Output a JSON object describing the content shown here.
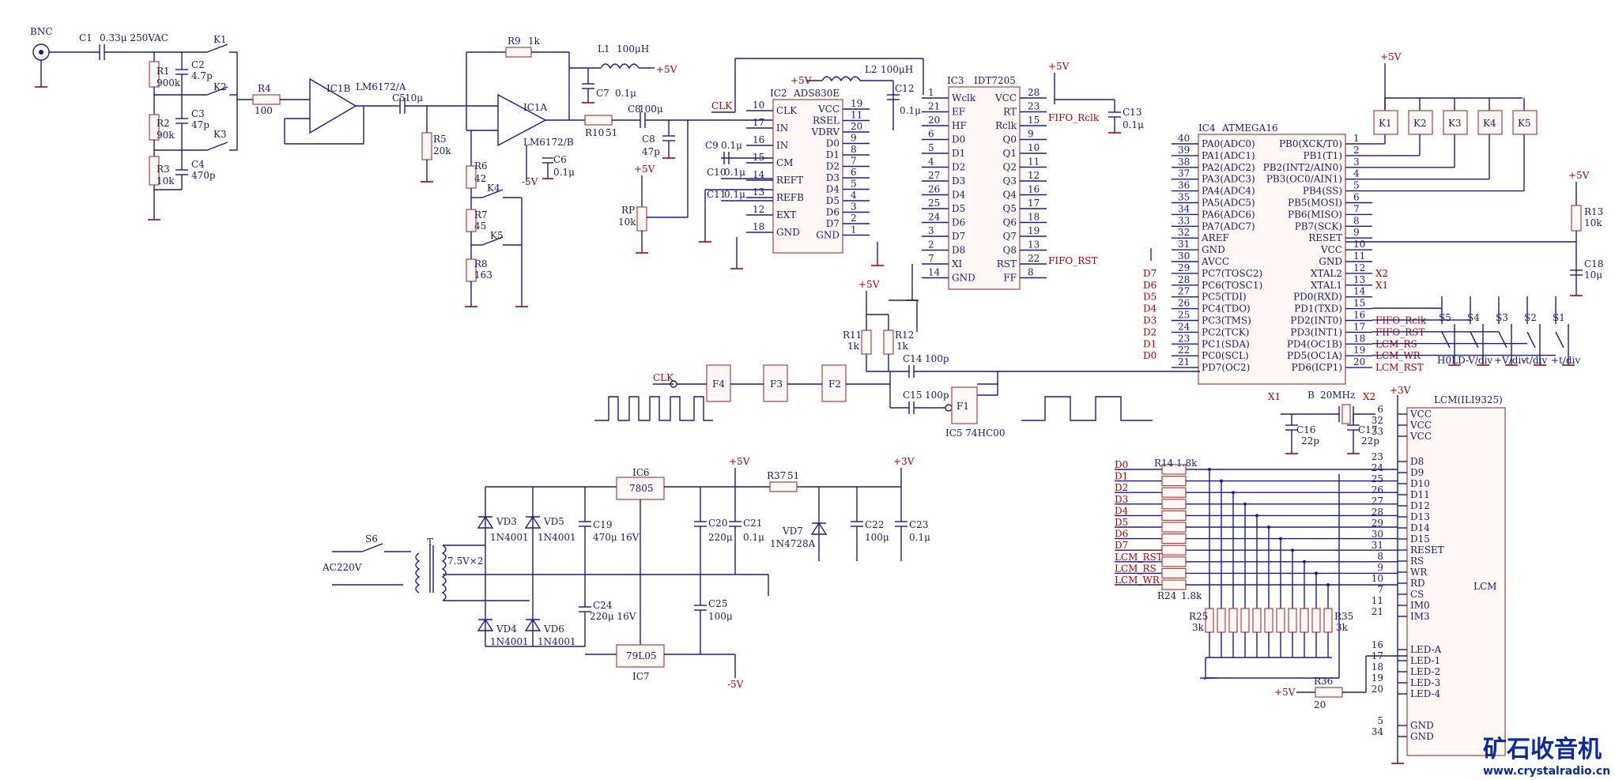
{
  "title": "",
  "watermark": {
    "brand": "矿石收音机",
    "url": "www.crystalradio.cn"
  },
  "components": {
    "bnc": "BNC",
    "c1": "C1",
    "c1v": "0.33μ 250VAC",
    "r1": "R1",
    "r1v": "900k",
    "r2": "R2",
    "r2v": "90k",
    "r3": "R3",
    "r3v": "10k",
    "c2": "C2",
    "c2v": "4.7p",
    "c3": "C3",
    "c3v": "47p",
    "c4": "C4",
    "c4v": "470p",
    "k1": "K1",
    "k2": "K2",
    "k3": "K3",
    "r4": "R4",
    "r4v": "100",
    "ic1b": "IC1B",
    "ic1bp": "LM6172/A",
    "ic1a": "IC1A",
    "ic1ap": "LM6172/B",
    "c5": "C5",
    "c5v": "10μ",
    "r5": "R5",
    "r5v": "20k",
    "r9": "R9",
    "r9v": "1k",
    "l1": "L1",
    "l1v": "100μH",
    "c7": "C7",
    "c7v": "0.1μ",
    "c6": "C6",
    "c6v": "0.1μ",
    "r6": "R6",
    "r6v": "42",
    "r7": "R7",
    "r7v": "45",
    "r8": "R8",
    "r8v": "163",
    "k4": "K4",
    "k5": "K5",
    "r10": "R10",
    "r10v": "51",
    "c8l": "C8",
    "c8v": "100μ",
    "c8b": "C8",
    "c8bv": "47p",
    "rp": "RP",
    "rpv": "10k",
    "clk": "CLK",
    "ic2": "IC2",
    "ic2p": "ADS830E",
    "c9": "C9",
    "c9v": "0.1μ",
    "c10": "C10",
    "c10v": "0.1μ",
    "c11": "C11",
    "c11v": "0.1μ",
    "l2": "L2",
    "l2v": "100μH",
    "c12": "C12",
    "c12v": "0.1μ",
    "ic3": "IC3",
    "ic3p": "IDT7205",
    "c13": "C13",
    "c13v": "0.1μ",
    "ic4": "IC4",
    "ic4p": "ATMEGA16",
    "k4b": "K1",
    "k5b": "K2",
    "k6b": "K3",
    "k7b": "K4",
    "k8b": "K5",
    "r13": "R13",
    "r13v": "10k",
    "c18": "C18",
    "c18v": "10μ",
    "r11": "R11",
    "r11v": "1k",
    "r12": "R12",
    "r12v": "1k",
    "c14": "C14",
    "c14v": "100p",
    "c15": "C15",
    "c15v": "100p",
    "f1": "F1",
    "f2": "F2",
    "f3": "F3",
    "f4": "F4",
    "ic5": "IC5  74HC00",
    "s1": "S1",
    "s2": "S2",
    "s3": "S3",
    "s4": "S4",
    "s5": "S5",
    "hold": "H0LD",
    "vdn": "-V/div",
    "vup": "+V/div",
    "tdn": "-t/div",
    "tup": "+t/div",
    "x1": "X1",
    "x2": "X2",
    "xtal": "B",
    "xtalv": "20MHz",
    "c16": "C16",
    "c16v": "22p",
    "c17": "C17",
    "c17v": "22p",
    "lcm": "LCM(ILI9325)",
    "lcmlbl": "LCM",
    "r14": "R14",
    "r14v": "1.8k",
    "r24": "R24",
    "r24v": "1.8k",
    "r25": "R25",
    "r25v": "3k",
    "r35": "R35",
    "r35v": "3k",
    "r36": "R36",
    "r36v": "20",
    "ic6": "IC6",
    "ic6p": "7805",
    "ic7": "IC7",
    "ic7p": "79L05",
    "r37": "R37",
    "r37v": "51",
    "vd3": "VD3",
    "vd4": "VD4",
    "vd5": "VD5",
    "vd6": "VD6",
    "vdp": "1N4001",
    "vd7": "VD7",
    "vd7p": "1N4728A",
    "c19": "C19",
    "c19v": "470μ 16V",
    "c20": "C20",
    "c20v": "220μ",
    "c21": "C21",
    "c21v": "0.1μ",
    "c22": "C22",
    "c22v": "100μ",
    "c23": "C23",
    "c23v": "0.1μ",
    "c24": "C24",
    "c24v": "220μ 16V",
    "c25": "C25",
    "c25v": "100μ",
    "s6": "S6",
    "t": "T",
    "tv": "7.5V×2",
    "ac": "AC220V",
    "p5v": "+5V",
    "p3v": "+3V",
    "n5v": "-5V"
  },
  "ic2_pins_left": [
    [
      "CLK",
      "10"
    ],
    [
      "IN",
      "17"
    ],
    [
      "IN",
      "16"
    ],
    [
      "CM",
      "15"
    ],
    [
      "REFT",
      "14"
    ],
    [
      "REFB",
      "13"
    ],
    [
      "EXT",
      "12"
    ],
    [
      "GND",
      "18"
    ]
  ],
  "ic2_pins_right": [
    [
      "VCC",
      "19"
    ],
    [
      "RSEL",
      "11"
    ],
    [
      "VDRV",
      "20"
    ],
    [
      "D0",
      "9"
    ],
    [
      "D1",
      "8"
    ],
    [
      "D2",
      "7"
    ],
    [
      "D3",
      "6"
    ],
    [
      "D4",
      "5"
    ],
    [
      "D5",
      "4"
    ],
    [
      "D6",
      "3"
    ],
    [
      "D7",
      "2"
    ],
    [
      "GND",
      "1"
    ]
  ],
  "ic3_pins_left": [
    [
      "Wclk",
      "1"
    ],
    [
      "EF",
      "21"
    ],
    [
      "HF",
      "20"
    ],
    [
      "D0",
      "6"
    ],
    [
      "D1",
      "5"
    ],
    [
      "D2",
      "4"
    ],
    [
      "D3",
      "27"
    ],
    [
      "D4",
      "26"
    ],
    [
      "D5",
      "25"
    ],
    [
      "D6",
      "24"
    ],
    [
      "D7",
      "3"
    ],
    [
      "D8",
      "2"
    ],
    [
      "XI",
      "7"
    ],
    [
      "GND",
      "14"
    ]
  ],
  "ic3_pins_right": [
    [
      "VCC",
      "28"
    ],
    [
      "RT",
      "23"
    ],
    [
      "Rclk",
      "15"
    ],
    [
      "Q0",
      "9"
    ],
    [
      "Q1",
      "10"
    ],
    [
      "Q2",
      "11"
    ],
    [
      "Q3",
      "12"
    ],
    [
      "Q4",
      "16"
    ],
    [
      "Q5",
      "17"
    ],
    [
      "Q6",
      "18"
    ],
    [
      "Q7",
      "19"
    ],
    [
      "Q8",
      "13"
    ],
    [
      "RST",
      "22"
    ],
    [
      "FF",
      "8"
    ]
  ],
  "ic4_pins_left": [
    [
      "PA0(ADC0)",
      "40"
    ],
    [
      "PA1(ADC1)",
      "39"
    ],
    [
      "PA2(ADC2)",
      "38"
    ],
    [
      "PA3(ADC3)",
      "37"
    ],
    [
      "PA4(ADC4)",
      "36"
    ],
    [
      "PA5(ADC5)",
      "35"
    ],
    [
      "PA6(ADC6)",
      "34"
    ],
    [
      "PA7(ADC7)",
      "33"
    ],
    [
      "AREF",
      "32"
    ],
    [
      "GND",
      "31"
    ],
    [
      "AVCC",
      "30"
    ],
    [
      "PC7(TOSC2)",
      "29"
    ],
    [
      "PC6(TOSC1)",
      "28"
    ],
    [
      "PC5(TDI)",
      "27"
    ],
    [
      "PC4(TDO)",
      "26"
    ],
    [
      "PC3(TMS)",
      "25"
    ],
    [
      "PC2(TCK)",
      "24"
    ],
    [
      "PC1(SDA)",
      "23"
    ],
    [
      "PC0(SCL)",
      "22"
    ],
    [
      "PD7(OC2)",
      "21"
    ]
  ],
  "ic4_pins_right": [
    [
      "PB0(XCK/T0)",
      "1"
    ],
    [
      "PB1(T1)",
      "2"
    ],
    [
      "PB2(INT2/AIN0)",
      "3"
    ],
    [
      "PB3(OC0/AIN1)",
      "4"
    ],
    [
      "PB4(SS)",
      "5"
    ],
    [
      "PB5(MOSI)",
      "6"
    ],
    [
      "PB6(MISO)",
      "7"
    ],
    [
      "PB7(SCK)",
      "8"
    ],
    [
      "RESET",
      "9"
    ],
    [
      "VCC",
      "10"
    ],
    [
      "GND",
      "11"
    ],
    [
      "XTAL2",
      "12"
    ],
    [
      "XTAL1",
      "13"
    ],
    [
      "PD0(RXD)",
      "14"
    ],
    [
      "PD1(TXD)",
      "15"
    ],
    [
      "PD2(INT0)",
      "16"
    ],
    [
      "PD3(INT1)",
      "17"
    ],
    [
      "PD4(OC1B)",
      "18"
    ],
    [
      "PD5(OC1A)",
      "19"
    ],
    [
      "PD6(ICP1)",
      "20"
    ]
  ],
  "ic4_left_nets": [
    "",
    "",
    "",
    "",
    "",
    "",
    "",
    "",
    "",
    "",
    "",
    "D7",
    "D6",
    "D5",
    "D4",
    "D3",
    "D2",
    "D1",
    "D0",
    ""
  ],
  "ic4_right_nets": [
    "",
    "",
    "",
    "",
    "",
    "",
    "",
    "",
    "",
    "",
    "",
    "X2",
    "X1",
    "",
    "",
    "FIFO_Rclk",
    "FIFO_RST",
    "LCM_RS",
    "LCM_WR",
    "LCM_RST"
  ],
  "lcm_pins": [
    [
      "VCC",
      "6"
    ],
    [
      "VCC",
      "32"
    ],
    [
      "VCC",
      "33"
    ],
    [
      "D8",
      "23"
    ],
    [
      "D9",
      "24"
    ],
    [
      "D10",
      "25"
    ],
    [
      "D11",
      "26"
    ],
    [
      "D12",
      "27"
    ],
    [
      "D13",
      "28"
    ],
    [
      "D14",
      "29"
    ],
    [
      "D15",
      "30"
    ],
    [
      "RESET",
      "31"
    ],
    [
      "RS",
      "8"
    ],
    [
      "WR",
      "9"
    ],
    [
      "RD",
      "10"
    ],
    [
      "CS",
      "7"
    ],
    [
      "IM0",
      "11"
    ],
    [
      "IM3",
      "21"
    ],
    [
      "LED-A",
      "16"
    ],
    [
      "LED-1",
      "17"
    ],
    [
      "LED-2",
      "18"
    ],
    [
      "LED-3",
      "19"
    ],
    [
      "LED-4",
      "20"
    ],
    [
      "GND",
      "5"
    ],
    [
      "GND",
      "34"
    ]
  ],
  "lcm_nets": [
    "D0",
    "D1",
    "D2",
    "D3",
    "D4",
    "D5",
    "D6",
    "D7",
    "LCM_RST",
    "LCM_RS",
    "LCM_WR"
  ],
  "fifo_nets": {
    "rclk": "FIFO_Rclk",
    "rst": "FIFO_RST"
  },
  "colors": {
    "wire": "#1a1a8c",
    "label": "#1a1a6e",
    "net": "#b00000",
    "power": "#b00000",
    "accent": "#0a2aa0"
  }
}
